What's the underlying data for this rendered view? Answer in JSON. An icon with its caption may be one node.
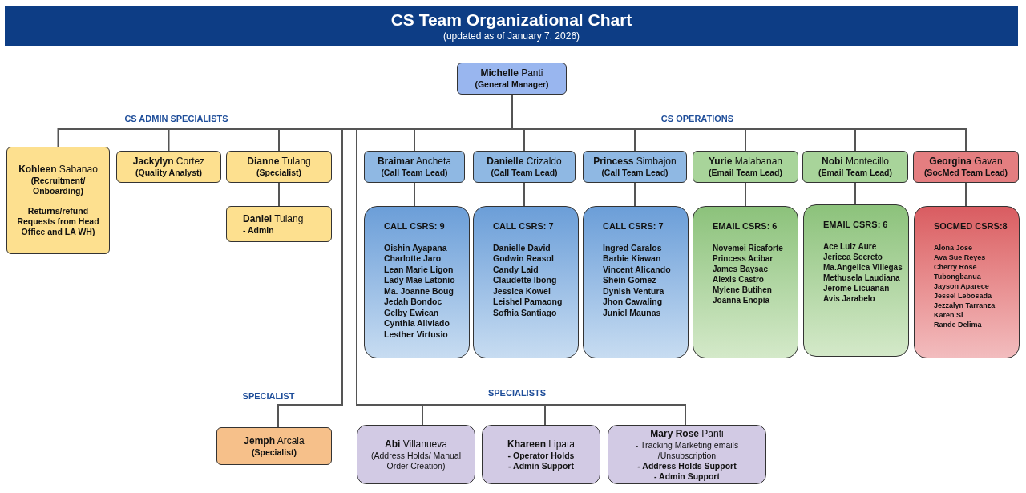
{
  "diagram": {
    "title": "CS Team Organizational Chart",
    "caption": "(updated as of January 7, 2026)",
    "nodes": [
      {
        "text": [
          "**Michelle** Panti",
          "(General Manager)"
        ]
      },
      {
        "text": [
          "**Kohleen** Sabanao",
          "(Recruitment/ Onboarding)",
          "Returns/refund Requests from Head Office and LA WH)"
        ]
      },
      {
        "text": [
          "**Jackylyn** Cortez",
          "(Quality Analyst)"
        ]
      },
      {
        "text": [
          "**Dianne** Tulang",
          "(Specialist)"
        ]
      },
      {
        "text": [
          "**Daniel** Tulang",
          "- Admin"
        ]
      },
      {
        "text": [
          "**Braimar** Ancheta",
          "(Call Team Lead)"
        ]
      },
      {
        "text": [
          "CALL CSRS: 9",
          "Oishin Ayapana",
          "Charlotte Jaro",
          "Lean Marie Ligon",
          "Lady Mae Latonio",
          "Ma. Joanne Boug",
          "Jedah Bondoc",
          "Gelby Ewican",
          "Cynthia Aliviado",
          "Lesther Virtusio"
        ]
      },
      {
        "text": [
          "**Danielle** Crizaldo",
          "(Call Team Lead)"
        ]
      },
      {
        "text": [
          "CALL CSRS: 7",
          "Danielle David",
          "Godwin Reasol",
          "Candy Laid",
          "Claudette Ibong",
          "Jessica Kowei",
          "Leishel Pamaong",
          "Sofhia Santiago"
        ]
      },
      {
        "text": [
          "**Princess** Simbajon",
          "(Call Team Lead)"
        ]
      },
      {
        "text": [
          "CALL CSRS: 7",
          "Ingred Caralos",
          "Barbie Kiawan",
          "Vincent Alicando",
          "Shein Gomez",
          "Dynish Ventura",
          "Jhon Cawaling",
          "Juniel Maunas"
        ]
      },
      {
        "text": [
          "**Yurie** Malabanan",
          "(Email Team Lead)"
        ]
      },
      {
        "text": [
          "EMAIL CSRS: 6",
          "Novemei Ricaforte",
          "Princess Acibar",
          "James Baysac",
          "Alexis Castro",
          "Mylene Butihen",
          "Joanna Enopia"
        ]
      },
      {
        "text": [
          "**Nobi** Montecillo",
          "(Email Team Lead)"
        ]
      },
      {
        "text": [
          "EMAIL CSRS: 6",
          "Ace Luiz Aure",
          "Jericca Secreto",
          "Ma.Angelica Villegas",
          "Methusela Laudiana",
          "Jerome Licuanan",
          "Avis Jarabelo"
        ]
      },
      {
        "text": [
          "**Georgina** Gavan",
          "(SocMed Team Lead)"
        ]
      },
      {
        "text": [
          "SOCMED CSRS:8",
          "Alona Jose",
          "Ava Sue Reyes",
          "Cherry Rose Tubongbanua",
          "Jayson Aparece",
          "Jessel Lebosada",
          "Jezzalyn Tarranza",
          "Karen Si",
          "Rande Delima"
        ]
      },
      {
        "text": [
          "**Jemph** Arcala",
          "(Specialist)"
        ]
      },
      {
        "text": [
          "**Abi** Villanueva",
          "(Address Holds/ Manual Order Creation)"
        ]
      },
      {
        "text": [
          "**Khareen** Lipata",
          "- Operator Holds",
          "- Admin Support"
        ]
      },
      {
        "text": [
          "**Mary Rose** Panti",
          "- Tracking Marketing emails /Unsubscription",
          "- Address Holds Support",
          "- Admin Support"
        ]
      }
    ],
    "edges": [
      {
        "from": 0,
        "to": 1,
        "arrow": "none"
      },
      {
        "from": 0,
        "to": 2,
        "arrow": "none"
      },
      {
        "from": 0,
        "to": 3,
        "arrow": "none"
      },
      {
        "from": 3,
        "to": 4,
        "arrow": "none"
      },
      {
        "from": 0,
        "to": 5,
        "arrow": "none"
      },
      {
        "from": 5,
        "to": 6,
        "arrow": "none"
      },
      {
        "from": 0,
        "to": 7,
        "arrow": "none"
      },
      {
        "from": 7,
        "to": 8,
        "arrow": "none"
      },
      {
        "from": 0,
        "to": 9,
        "arrow": "none"
      },
      {
        "from": 9,
        "to": 10,
        "arrow": "none"
      },
      {
        "from": 0,
        "to": 11,
        "arrow": "none"
      },
      {
        "from": 11,
        "to": 12,
        "arrow": "none"
      },
      {
        "from": 0,
        "to": 13,
        "arrow": "none"
      },
      {
        "from": 13,
        "to": 14,
        "arrow": "none"
      },
      {
        "from": 0,
        "to": 15,
        "arrow": "none"
      },
      {
        "from": 15,
        "to": 16,
        "arrow": "none"
      },
      {
        "from": 0,
        "to": 17,
        "arrow": "none"
      },
      {
        "from": 0,
        "to": 18,
        "arrow": "none"
      },
      {
        "from": 0,
        "to": 19,
        "arrow": "none"
      },
      {
        "from": 0,
        "to": 20,
        "arrow": "none"
      }
    ],
    "labels": [
      "CS ADMIN SPECIALISTS",
      "CS OPERATIONS",
      "SPECIALIST",
      "SPECIALISTS"
    ]
  }
}
